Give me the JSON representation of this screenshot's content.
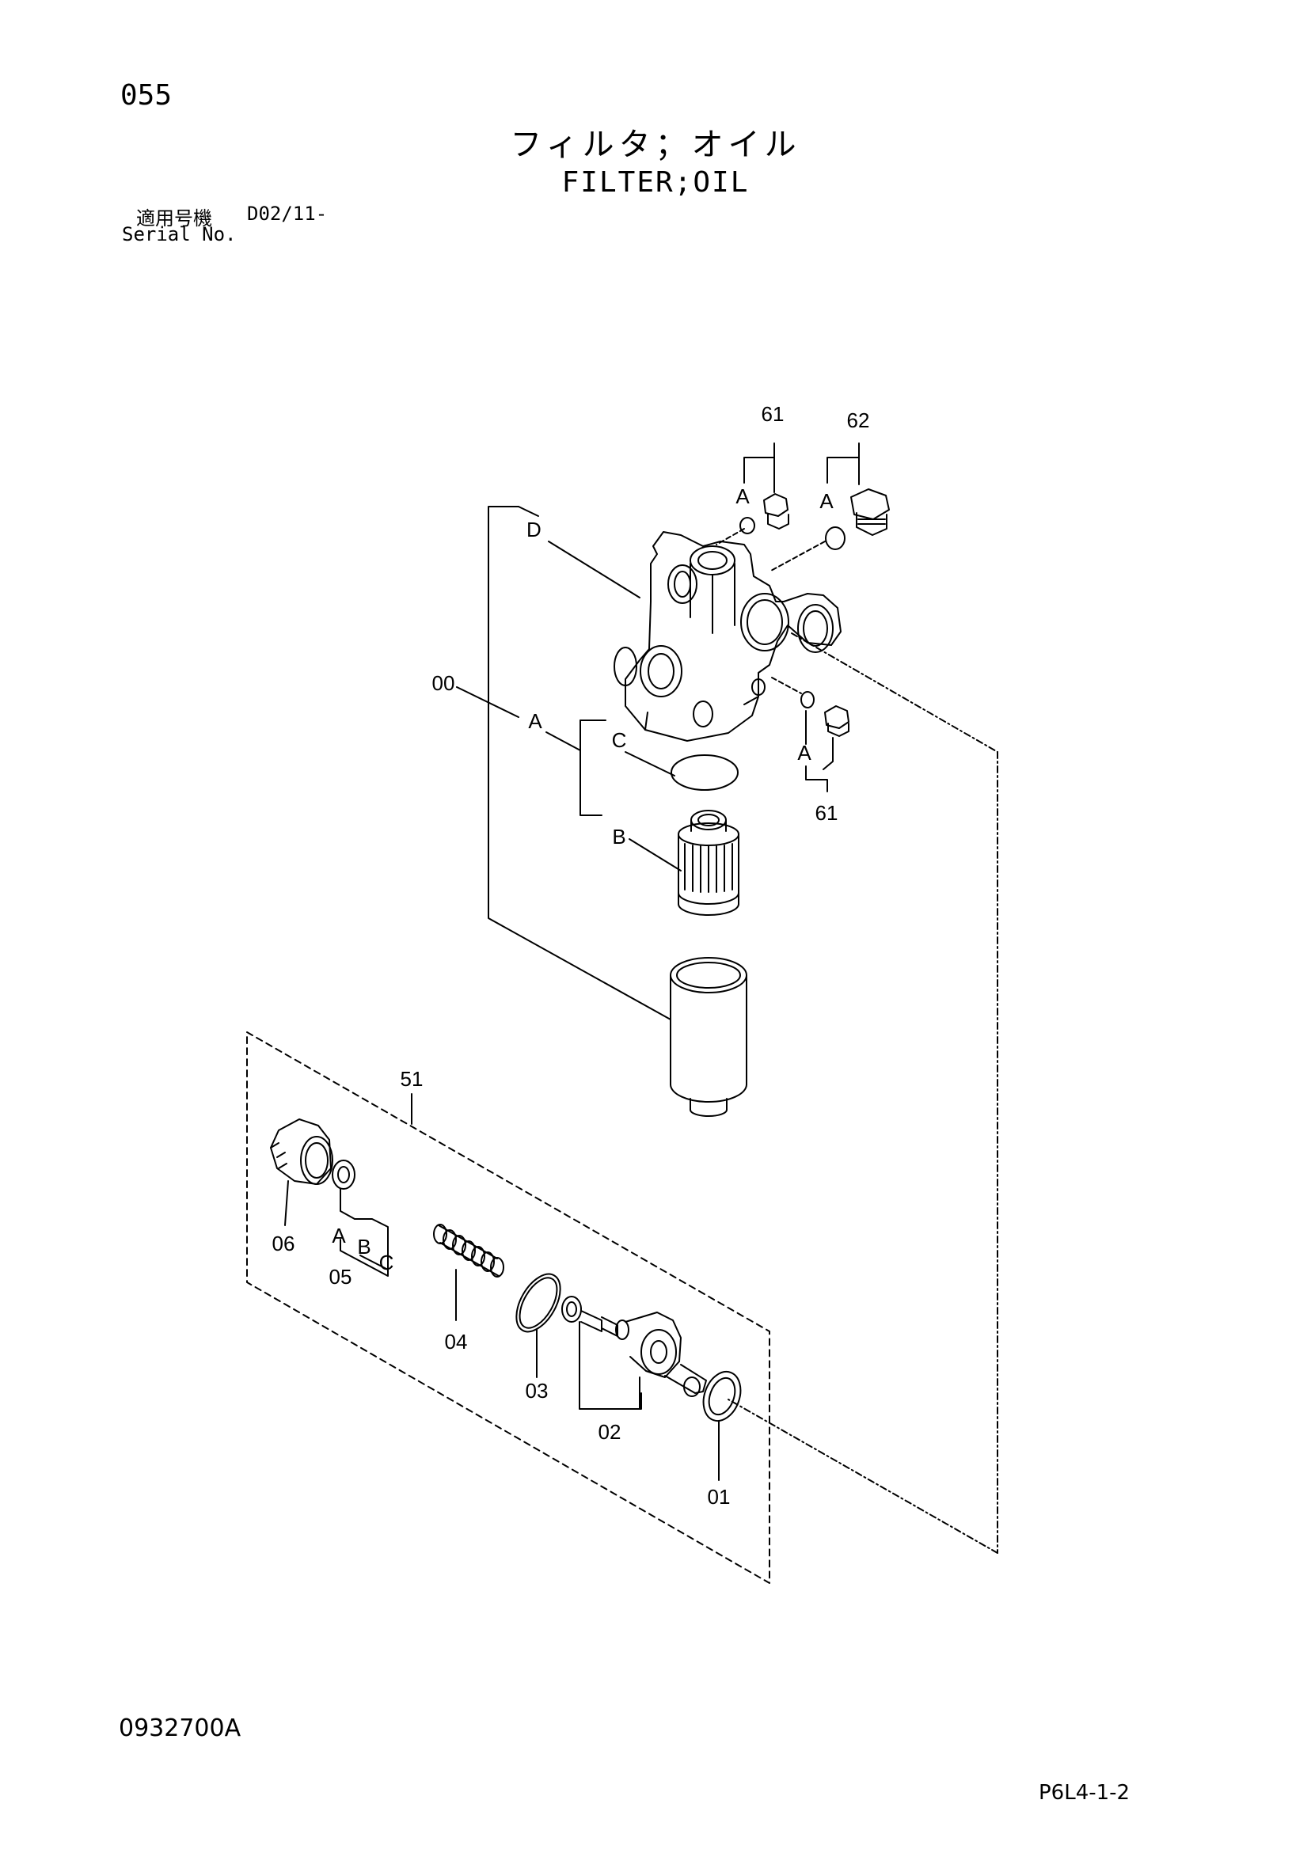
{
  "page_number": "055",
  "title_jp": "フィルタ；オイル",
  "title_en": "FILTER;OIL",
  "serial": {
    "label_jp": "適用号機",
    "code": "D02/11-",
    "label_en": "Serial No."
  },
  "doc_code": "0932700A",
  "page_code": "P6L4-1-2",
  "callouts": {
    "c61_top": "61",
    "c62": "62",
    "a_61_top": "A",
    "a_62": "A",
    "d": "D",
    "c00": "00",
    "a_00": "A",
    "c_00": "C",
    "b_00": "B",
    "a_61_bottom": "A",
    "c61_bottom": "61",
    "c51": "51",
    "c06": "06",
    "a_05": "A",
    "b_05": "B",
    "c_05": "C",
    "c05": "05",
    "c04": "04",
    "c03": "03",
    "c02": "02",
    "c01": "01"
  }
}
